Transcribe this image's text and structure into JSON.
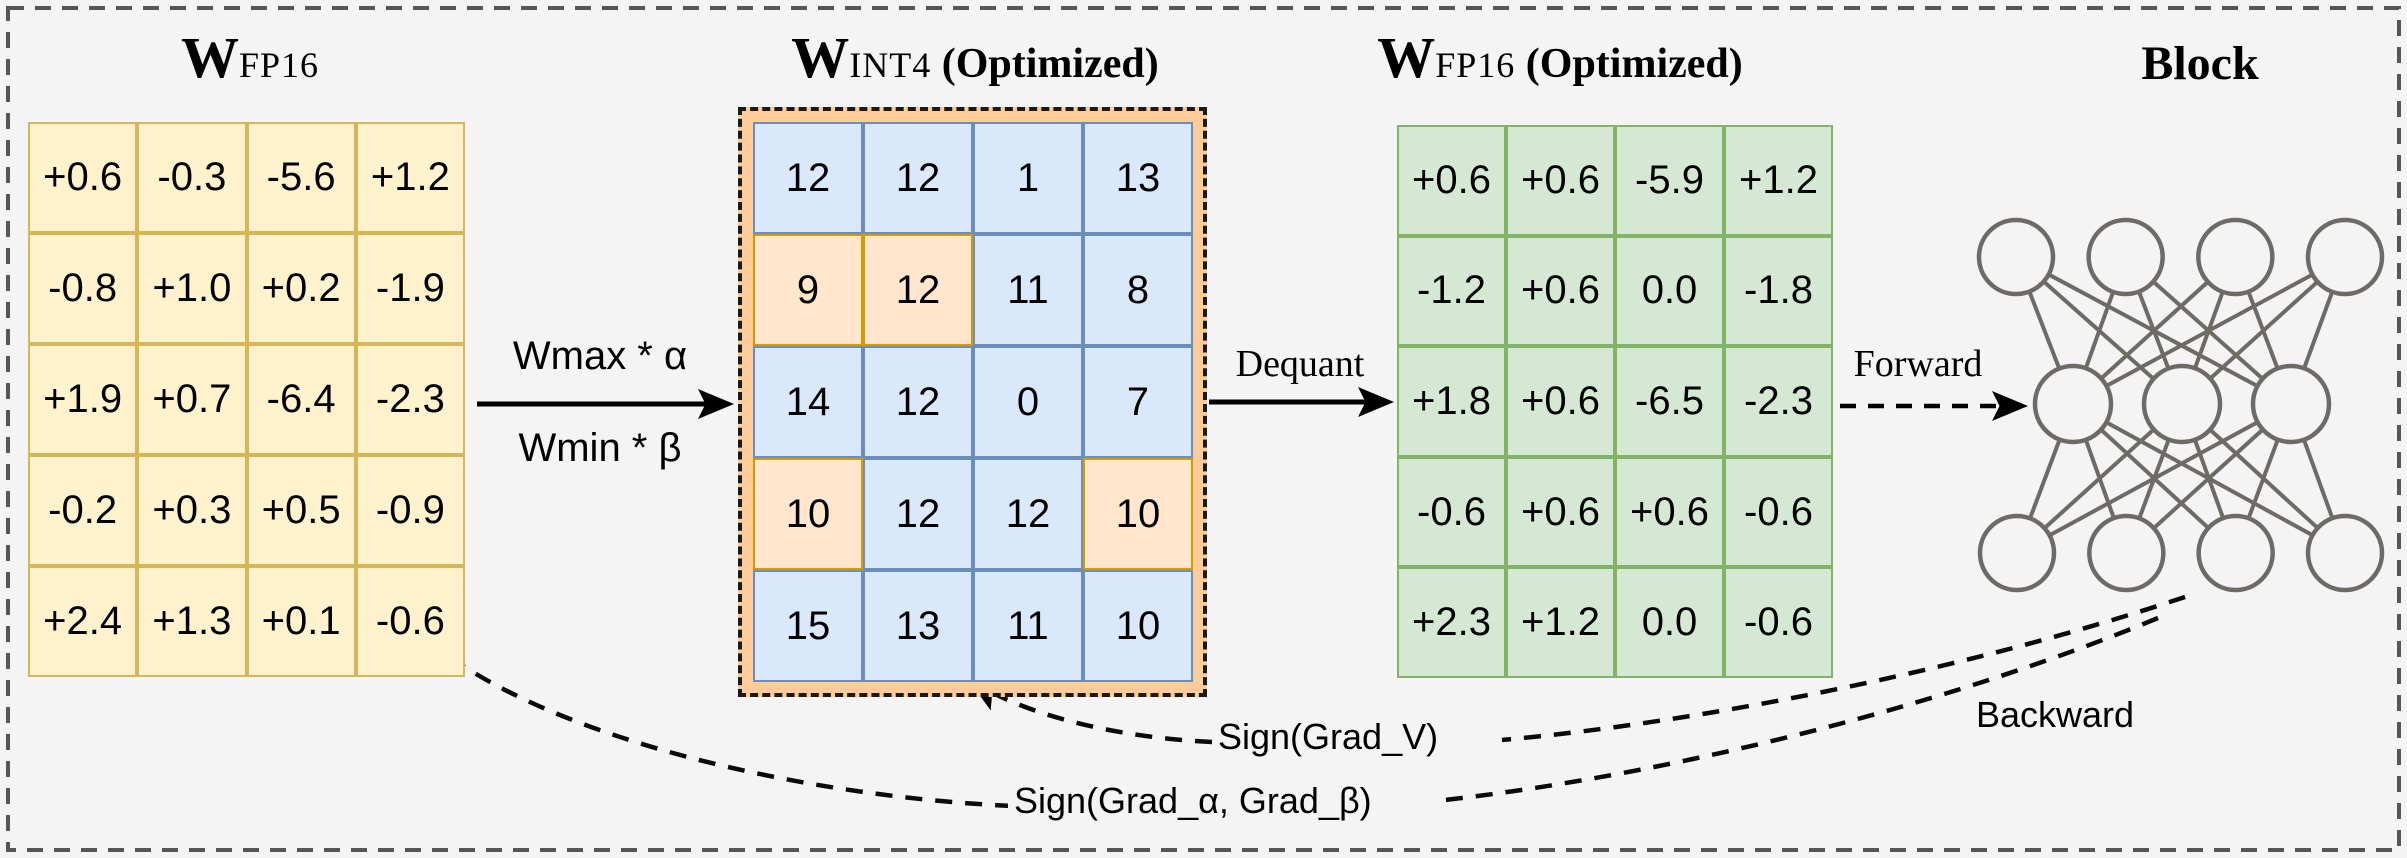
{
  "diagram": {
    "matrices": {
      "wfp16": {
        "title_main": "W",
        "title_sub": "FP16",
        "title_suffix": "",
        "rows": [
          [
            "+0.6",
            "-0.3",
            "-5.6",
            "+1.2"
          ],
          [
            "-0.8",
            "+1.0",
            "+0.2",
            "-1.9"
          ],
          [
            "+1.9",
            "+0.7",
            "-6.4",
            "-2.3"
          ],
          [
            "-0.2",
            "+0.3",
            "+0.5",
            "-0.9"
          ],
          [
            "+2.4",
            "+1.3",
            "+0.1",
            "-0.6"
          ]
        ]
      },
      "wint4": {
        "title_main": "W",
        "title_sub": "INT4",
        "title_suffix": " (Optimized)",
        "rows": [
          [
            "12",
            "12",
            "1",
            "13"
          ],
          [
            "9",
            "12",
            "11",
            "8"
          ],
          [
            "14",
            "12",
            "0",
            "7"
          ],
          [
            "10",
            "12",
            "12",
            "10"
          ],
          [
            "15",
            "13",
            "11",
            "10"
          ]
        ],
        "highlight": [
          [
            1,
            0
          ],
          [
            1,
            1
          ],
          [
            3,
            0
          ],
          [
            3,
            3
          ]
        ]
      },
      "wfp16_opt": {
        "title_main": "W",
        "title_sub": "FP16",
        "title_suffix": " (Optimized)",
        "rows": [
          [
            "+0.6",
            "+0.6",
            "-5.9",
            "+1.2"
          ],
          [
            "-1.2",
            "+0.6",
            "0.0",
            "-1.8"
          ],
          [
            "+1.8",
            "+0.6",
            "-6.5",
            "-2.3"
          ],
          [
            "-0.6",
            "+0.6",
            "+0.6",
            "-0.6"
          ],
          [
            "+2.3",
            "+1.2",
            "0.0",
            "-0.6"
          ]
        ]
      }
    },
    "block": {
      "title": "Block",
      "layers": [
        4,
        3,
        4
      ]
    },
    "labels": {
      "quant_top": "Wmax * α",
      "quant_bottom": "Wmin * β",
      "dequant": "Dequant",
      "forward": "Forward",
      "backward": "Backward",
      "grad_v": "Sign(Grad_V)",
      "grad_alpha_beta": "Sign(Grad_α, Grad_β)"
    },
    "colors": {
      "background": "#f4f4f4",
      "yellow_fill": "#FFF2CC",
      "yellow_border": "#D6B656",
      "blue_fill": "#DAE8FC",
      "blue_border": "#6C8EBF",
      "orange_fill": "#FFE6CC",
      "orange_border": "#D79B00",
      "container_fill": "#FFCC99",
      "green_fill": "#D5E8D4",
      "green_border": "#82B366",
      "node_stroke": "#6E6A66",
      "frame_stroke": "#565656",
      "arrow_color": "#000000"
    }
  }
}
